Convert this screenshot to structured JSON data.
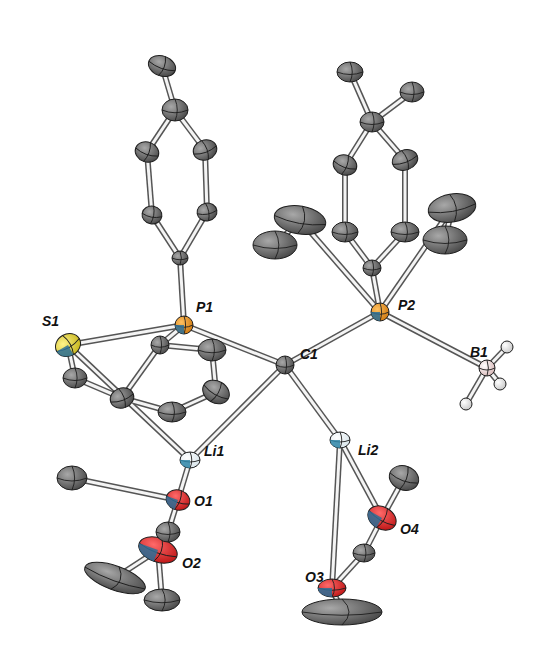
{
  "diagram": {
    "labels": [
      "S1",
      "P1",
      "C1",
      "P2",
      "B1",
      "Li1",
      "Li2",
      "O1",
      "O2",
      "O3",
      "O4"
    ]
  }
}
